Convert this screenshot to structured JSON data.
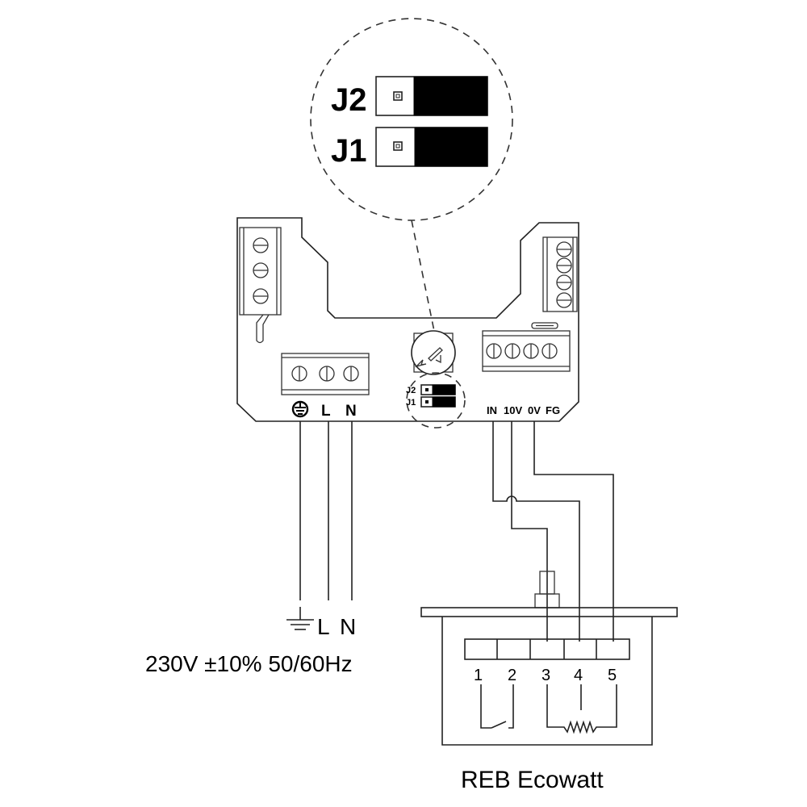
{
  "diagram": {
    "type": "wiring-diagram",
    "zoom_callout": {
      "jumpers": [
        {
          "label": "J2",
          "state": "closed"
        },
        {
          "label": "J1",
          "state": "closed"
        }
      ]
    },
    "controller_board": {
      "mini_jumpers": [
        {
          "label": "J2"
        },
        {
          "label": "J1"
        }
      ],
      "power_terminal_labels": {
        "earth": "earth-symbol",
        "line": "L",
        "neutral": "N"
      },
      "signal_terminal_labels": [
        "IN",
        "10V",
        "0V",
        "FG"
      ],
      "left_terminal_screws": 3,
      "right_terminal_screws": 4,
      "power_terminal_screws": 3,
      "signal_terminal_screws": 4
    },
    "supply": {
      "earth_icon": "ground-icon",
      "line_label": "L",
      "neutral_label": "N",
      "spec": "230V ±10% 50/60Hz"
    },
    "control_device": {
      "name": "REB Ecowatt",
      "terminals": [
        "1",
        "2",
        "3",
        "4",
        "5"
      ]
    }
  }
}
